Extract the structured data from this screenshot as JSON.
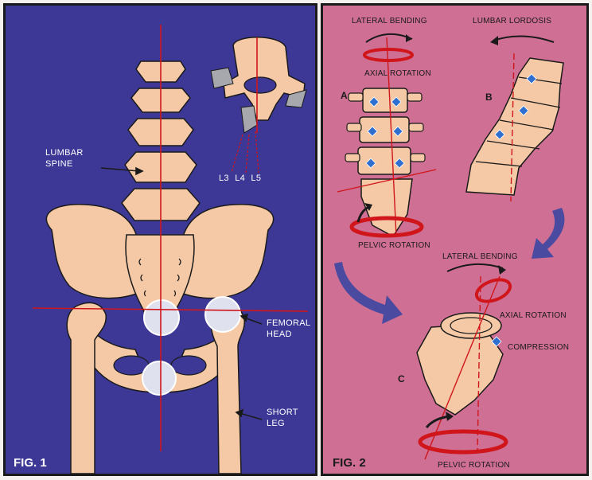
{
  "fig1": {
    "label": "FIG. 1",
    "lumbar_spine_line1": "LUMBAR",
    "lumbar_spine_line2": "SPINE",
    "vertebra_labels": [
      "L3",
      "L4",
      "L5"
    ],
    "femoral_head_line1": "FEMORAL",
    "femoral_head_line2": "HEAD",
    "short_leg_line1": "SHORT",
    "short_leg_line2": "LEG"
  },
  "fig2": {
    "label": "FIG. 2",
    "lateral_bending_top": "LATERAL BENDING",
    "lumbar_lordosis": "LUMBAR LORDOSIS",
    "axial_rotation_top": "AXIAL ROTATION",
    "letter_a": "A",
    "letter_b": "B",
    "pelvic_rotation_a": "PELVIC ROTATION",
    "lateral_bending_c": "LATERAL BENDING",
    "axial_rotation_c": "AXIAL ROTATION",
    "compression": "COMPRESSION",
    "letter_c": "C",
    "pelvic_rotation_c": "PELVIC ROTATION"
  },
  "colors": {
    "fig1_background": "#3d3896",
    "fig2_background": "#cf6f93",
    "bone": "#f5c9a6",
    "reference_line": "#d0161b",
    "joint_circle": "#dfe1ee",
    "arrow_blue": "#4a4aa0",
    "vertebra_marker": "#2f6fd0"
  }
}
